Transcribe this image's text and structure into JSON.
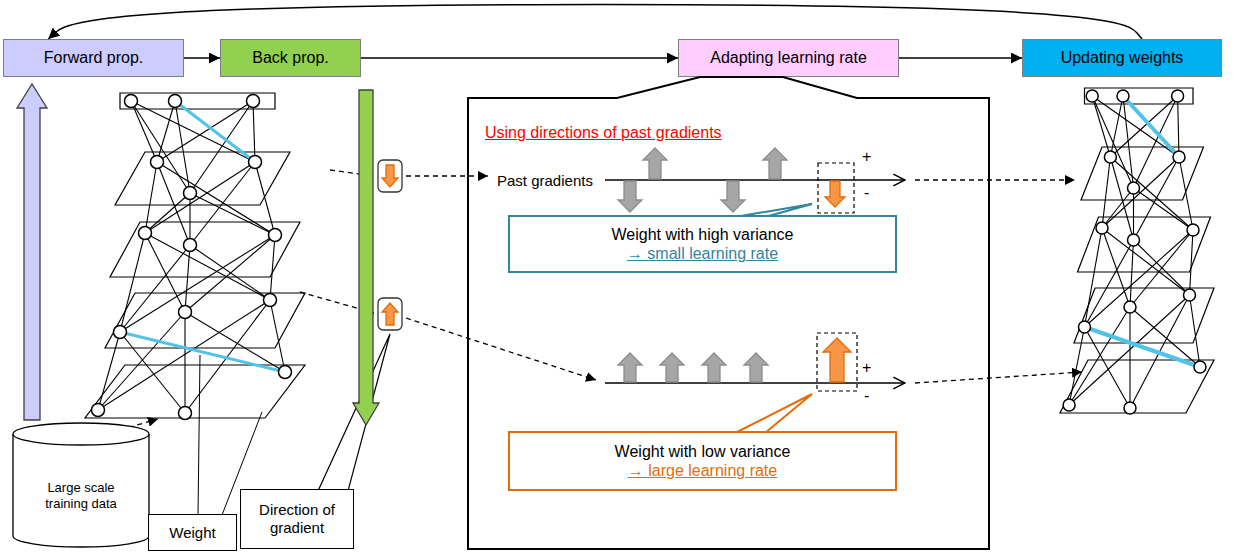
{
  "diagram": {
    "nodes": [
      {
        "text": [
          "Forward prop."
        ]
      },
      {
        "text": [
          "Back prop."
        ]
      },
      {
        "text": [
          "Adapting learning rate"
        ]
      },
      {
        "text": [
          "Updating weights"
        ]
      },
      {
        "text": [
          "Using directions of past gradients"
        ]
      },
      {
        "text": [
          "Weight with high variance",
          "→ small learning rate"
        ],
        "in": 4
      },
      {
        "text": [
          "Weight with low variance",
          "→ large learning rate"
        ],
        "in": 4
      },
      {
        "text": [
          "Large scale training data"
        ]
      },
      {
        "text": [
          "Weight"
        ]
      },
      {
        "text": [
          "Direction of gradient"
        ]
      }
    ],
    "edges": [
      {
        "from": 0,
        "to": 1,
        "arrow": "to"
      },
      {
        "from": 1,
        "to": 2,
        "arrow": "to"
      },
      {
        "from": 2,
        "to": 3,
        "arrow": "to"
      },
      {
        "from": 3,
        "to": 0,
        "arrow": "to"
      }
    ],
    "labels": [
      "Past gradients",
      "+",
      "-",
      "+",
      "-"
    ]
  }
}
